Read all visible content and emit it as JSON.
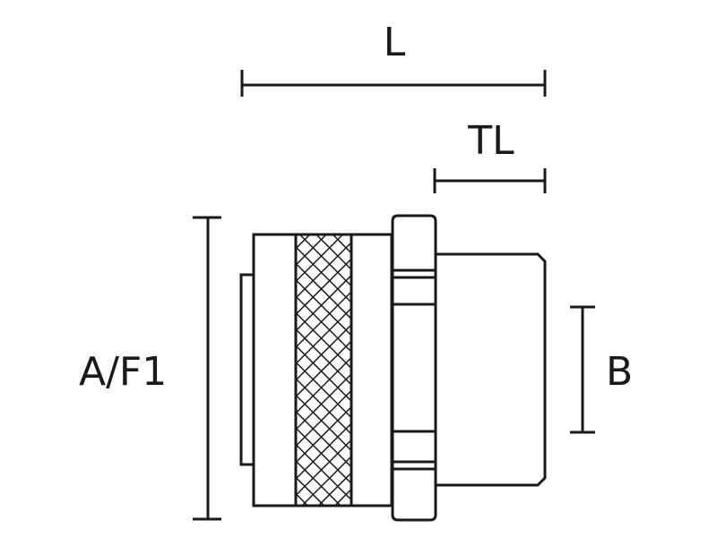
{
  "labels": {
    "L": "L",
    "TL": "TL",
    "AF1": "A/F1",
    "B": "B"
  }
}
